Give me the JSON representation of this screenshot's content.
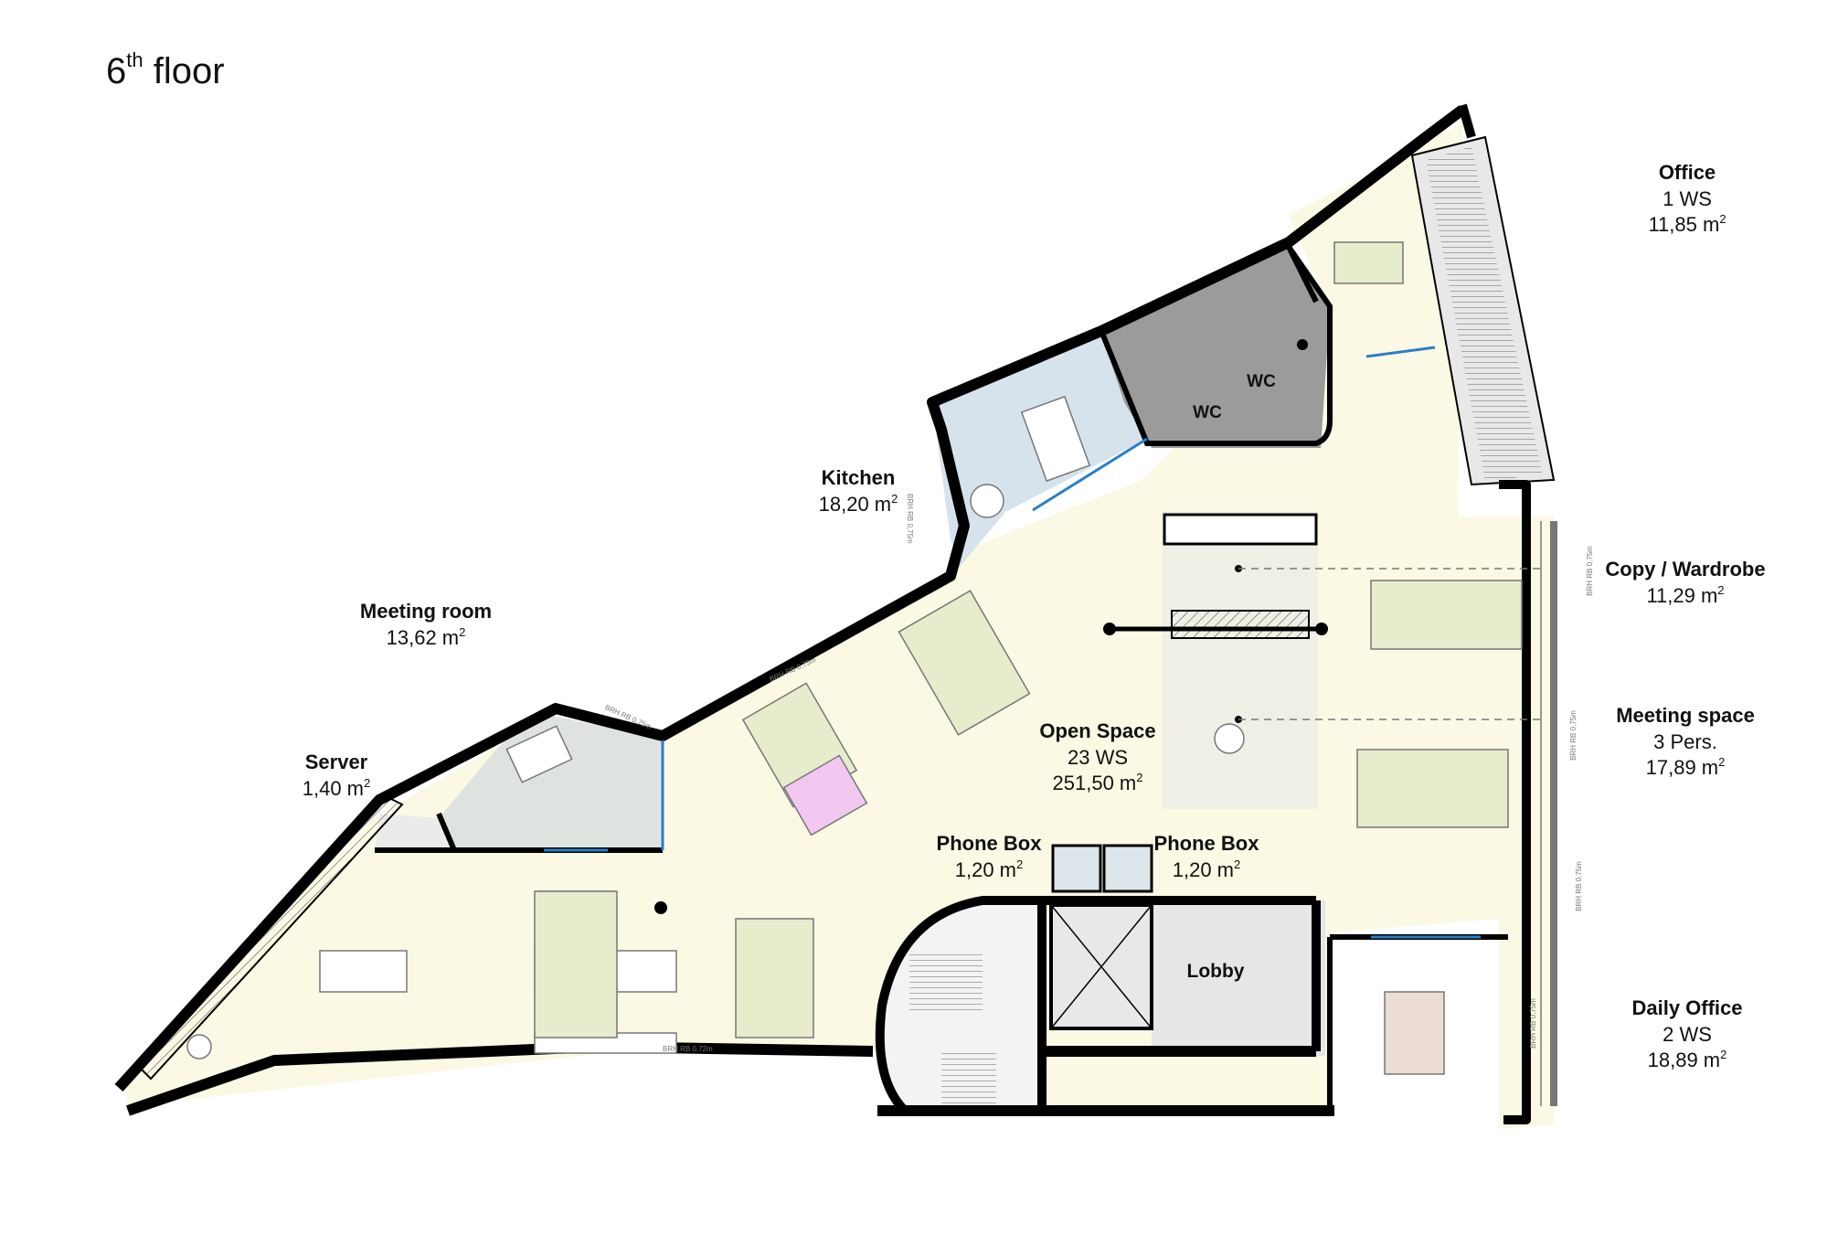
{
  "title": {
    "main": "6",
    "sup": "th",
    "rest": " floor"
  },
  "rooms": {
    "office": {
      "name": "Office",
      "line1": "1 WS",
      "area": "11,85 m",
      "sup": "2"
    },
    "copy": {
      "name": "Copy / Wardrobe",
      "area": "11,29 m",
      "sup": "2"
    },
    "meeting_space": {
      "name": "Meeting space",
      "line1": "3 Pers.",
      "area": "17,89 m",
      "sup": "2"
    },
    "daily_office": {
      "name": "Daily Office",
      "line1": "2 WS",
      "area": "18,89 m",
      "sup": "2"
    },
    "kitchen": {
      "name": "Kitchen",
      "area": "18,20 m",
      "sup": "2"
    },
    "meeting_room": {
      "name": "Meeting room",
      "area": "13,62 m",
      "sup": "2"
    },
    "server": {
      "name": "Server",
      "area": "1,40 m",
      "sup": "2"
    },
    "open_space": {
      "name": "Open Space",
      "line1": "23 WS",
      "area": "251,50 m",
      "sup": "2"
    },
    "phone_box_left": {
      "name": "Phone Box",
      "area": "1,20 m",
      "sup": "2"
    },
    "phone_box_right": {
      "name": "Phone Box",
      "area": "1,20 m",
      "sup": "2"
    },
    "lobby": {
      "name": "Lobby"
    },
    "wc1": {
      "name": "WC"
    },
    "wc2": {
      "name": "WC"
    }
  },
  "notes": {
    "brh_kitchen": "BRH RB 0,75m",
    "brh_open": "BRH RB 0,75m",
    "brh_meeting": "BRH RB 0,75m",
    "brh_copy": "BRH RB 0,75m",
    "brh_space": "BRH RB 0,75m",
    "brh_right": "BRH RB 0,75m",
    "brh_daily": "BRH RB 0,75m",
    "brh_bottom": "BRH RB 0,72m"
  },
  "colors": {
    "floor": "#fbf8e3",
    "wall": "#000000",
    "kitchen": "#d6e3ec",
    "meeting_room": "#dfe3e0",
    "wc": "#9b9b9b",
    "lobby": "#e6e6e6",
    "desk": "#e6eccc",
    "desk_pink": "#f2c8f0",
    "desk_daily": "#ecdcd6",
    "copy_zone": "#f0efe6",
    "door": "#2a7fc9"
  }
}
